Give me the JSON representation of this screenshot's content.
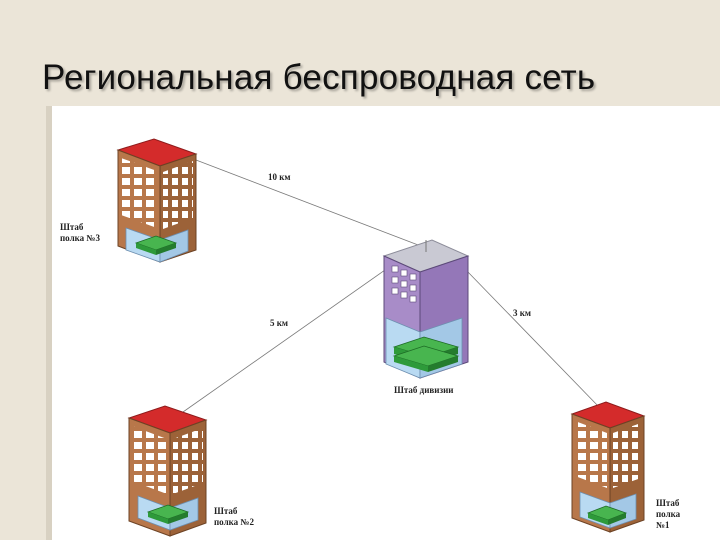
{
  "slide": {
    "title": "Региональная беспроводная сеть"
  },
  "diagram": {
    "nodes": {
      "regiment3": {
        "line1": "Штаб",
        "line2": "полка №3"
      },
      "division": {
        "label": "Штаб дивизии"
      },
      "regiment2": {
        "line1": "Штаб",
        "line2": "полка №2"
      },
      "regiment1": {
        "line1": "Штаб",
        "line2": "полка",
        "line3": "№1"
      }
    },
    "links": {
      "division_to_regiment3": "10 км",
      "division_to_regiment2": "5 км",
      "division_to_regiment1": "3 км"
    },
    "colors": {
      "tower_wall": "#b8774a",
      "tower_roof": "#d42b2b",
      "division_wall": "#a88cc8",
      "division_roof": "#c9c9d3",
      "lobby_glass": "#b9daf2",
      "server_green": "#2e9a3a",
      "link_line": "#7a7a7a"
    }
  }
}
